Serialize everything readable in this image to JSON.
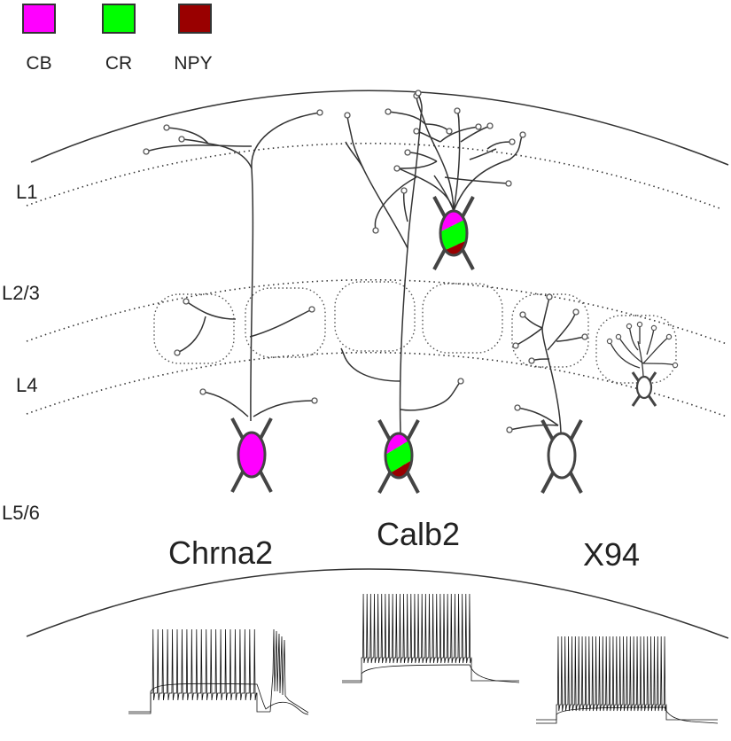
{
  "legend": [
    {
      "label": "CB",
      "color": "#ff00ff"
    },
    {
      "label": "CR",
      "color": "#00ff00"
    },
    {
      "label": "NPY",
      "color": "#990000"
    }
  ],
  "layers": [
    "L1",
    "L2/3",
    "L4",
    "L5/6"
  ],
  "cell_types": [
    "Chrna2",
    "Calb2",
    "X94"
  ]
}
